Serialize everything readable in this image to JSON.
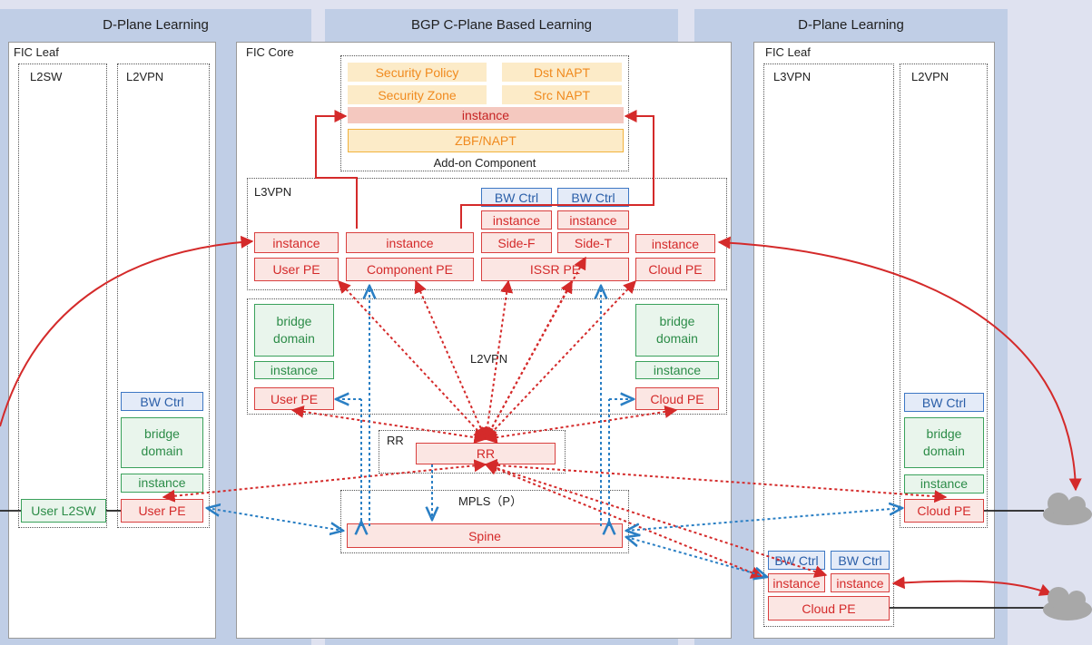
{
  "zones": {
    "left_title": "D-Plane Learning",
    "center_title": "BGP C-Plane Based Learning",
    "right_title": "D-Plane Learning"
  },
  "left_leaf": {
    "title": "FIC Leaf",
    "l2sw": {
      "title": "L2SW",
      "user_l2sw": "User L2SW"
    },
    "l2vpn": {
      "title": "L2VPN",
      "bw_ctrl": "BW Ctrl",
      "bridge_domain": "bridge\ndomain",
      "instance": "instance",
      "user_pe": "User PE"
    }
  },
  "core": {
    "title": "FIC Core",
    "addon": {
      "security_policy": "Security Policy",
      "dst_napt": "Dst NAPT",
      "security_zone": "Security Zone",
      "src_napt": "Src NAPT",
      "instance": "instance",
      "zbf_napt": "ZBF/NAPT",
      "caption": "Add-on Component"
    },
    "l3vpn": {
      "title": "L3VPN",
      "user_instance": "instance",
      "user_pe": "User PE",
      "component_instance": "instance",
      "component_pe": "Component PE",
      "bw_ctrl_f": "BW Ctrl",
      "bw_ctrl_t": "BW Ctrl",
      "instance_f": "instance",
      "instance_t": "instance",
      "side_f": "Side-F",
      "side_t": "Side-T",
      "issr_pe": "ISSR PE",
      "cloud_instance": "instance",
      "cloud_pe": "Cloud PE"
    },
    "l2vpn": {
      "title": "L2VPN",
      "left_bridge": "bridge\ndomain",
      "left_instance": "instance",
      "left_user_pe": "User PE",
      "right_bridge": "bridge\ndomain",
      "right_instance": "instance",
      "right_cloud_pe": "Cloud PE"
    },
    "rr": {
      "title": "RR",
      "rr_box": "RR"
    },
    "mpls": {
      "title": "MPLS（P）",
      "spine": "Spine"
    }
  },
  "right_leaf": {
    "title": "FIC Leaf",
    "l3vpn": {
      "title": "L3VPN",
      "bw_ctrl_1": "BW Ctrl",
      "bw_ctrl_2": "BW Ctrl",
      "instance_1": "instance",
      "instance_2": "instance",
      "cloud_pe": "Cloud PE"
    },
    "l2vpn": {
      "title": "L2VPN",
      "bw_ctrl": "BW Ctrl",
      "bridge_domain": "bridge\ndomain",
      "instance": "instance",
      "cloud_pe": "Cloud PE"
    }
  },
  "colors": {
    "zone": "#c0cee6",
    "red": "#d42a2a",
    "green": "#2c8c48",
    "blue": "#2a5ea8",
    "orange": "#f08a1e",
    "cloud": "#a8a8a8"
  }
}
